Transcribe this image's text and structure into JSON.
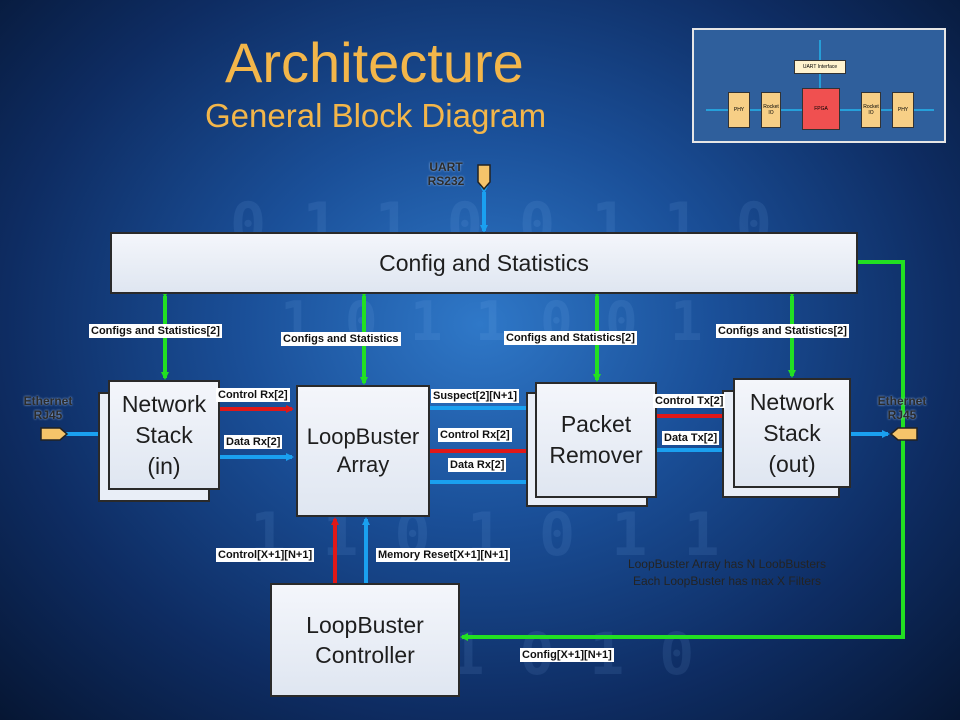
{
  "header": {
    "title": "Architecture",
    "subtitle": "General Block Diagram"
  },
  "blocks": {
    "config_stats": "Config and Statistics",
    "network_in": "Network\nStack\n(in)",
    "loopbuster_array": "LoopBuster\nArray",
    "packet_remover": "Packet\nRemover",
    "network_out": "Network\nStack\n(out)",
    "loopbuster_controller": "LoopBuster\nController"
  },
  "ports": {
    "uart": "UART\nRS232",
    "eth_in": "Ethernet\nRJ45",
    "eth_out": "Ethernet\nRJ45"
  },
  "signals": {
    "cfg_stats_2_left": "Configs and Statistics[2]",
    "cfg_stats_center": "Configs and Statistics",
    "cfg_stats_2_mid": "Configs and Statistics[2]",
    "cfg_stats_2_right": "Configs and Statistics[2]",
    "control_rx_in": "Control Rx[2]",
    "data_rx_in": "Data Rx[2]",
    "suspect": "Suspect[2][N+1]",
    "control_rx_mid": "Control Rx[2]",
    "data_rx_mid": "Data Rx[2]",
    "control_tx": "Control Tx[2]",
    "data_tx": "Data Tx[2]",
    "control_xn": "Control[X+1][N+1]",
    "memory_reset": "Memory Reset[X+1][N+1]",
    "config_xn": "Config[X+1][N+1]"
  },
  "notes": {
    "line1": "LoopBuster Array has N LoobBusters",
    "line2": "Each LoopBuster has max X Filters"
  },
  "thumbnail": {
    "uart": "UART Interface",
    "phy_left": "PHY",
    "rocket_left": "Rocket\nIO",
    "fpga": "FPGA",
    "rocket_right": "Rocket\nIO",
    "phy_right": "PHY"
  },
  "colors": {
    "accent_title": "#f3b64a",
    "wire_blue": "#1aa0f0",
    "wire_red": "#e01818",
    "wire_green": "#22e022",
    "box_fill": "#e9eef7"
  }
}
